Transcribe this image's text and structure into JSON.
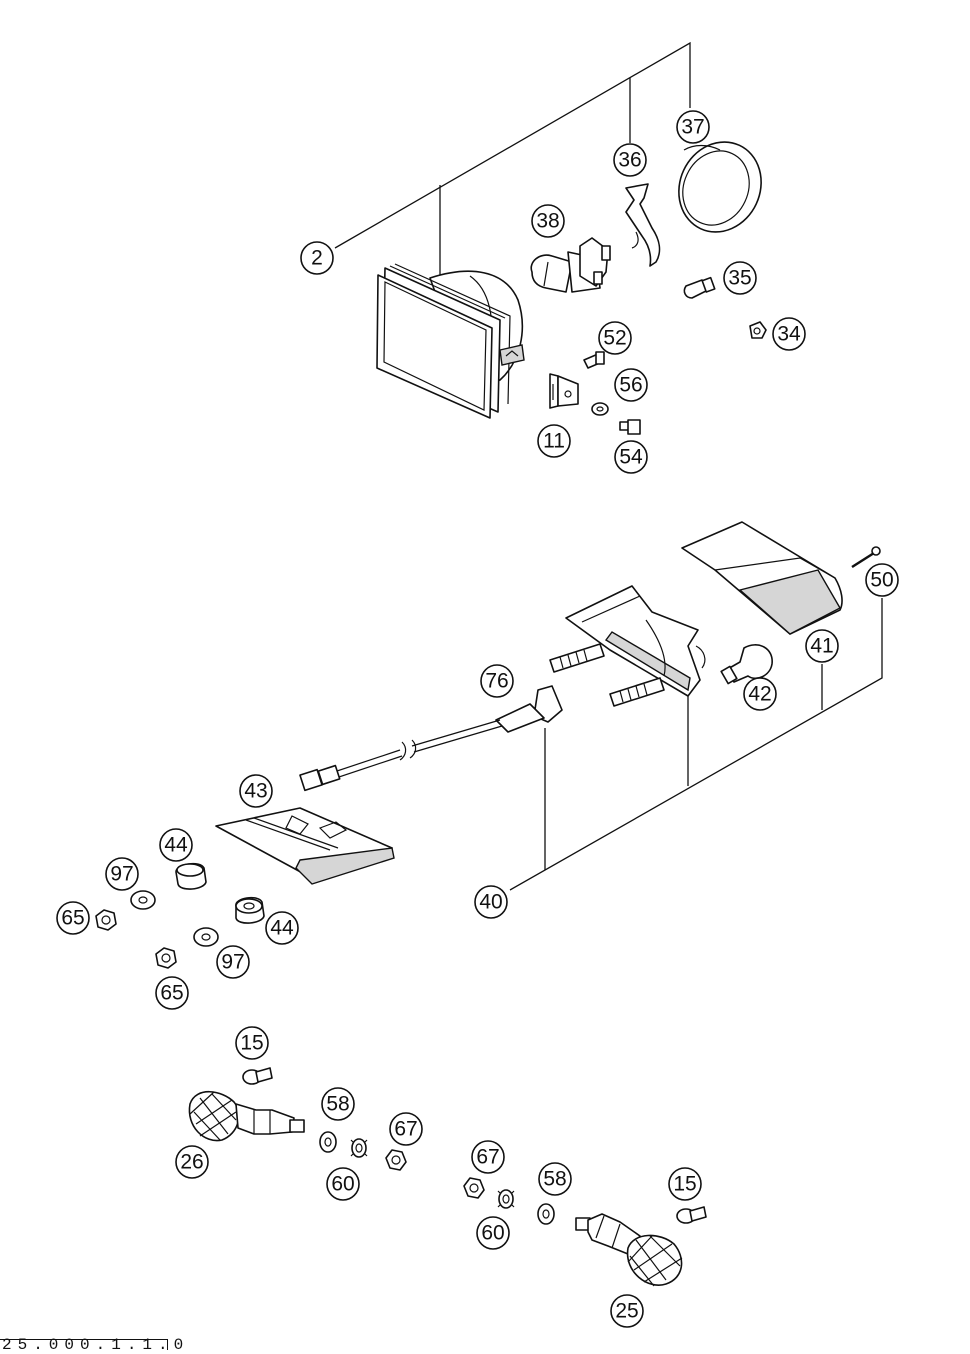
{
  "diagram": {
    "callouts": [
      "2",
      "37",
      "36",
      "38",
      "35",
      "34",
      "52",
      "56",
      "11",
      "54",
      "50",
      "41",
      "76",
      "42",
      "43",
      "40",
      "44",
      "97",
      "65",
      "44",
      "97",
      "65",
      "15",
      "58",
      "67",
      "26",
      "60",
      "67",
      "58",
      "15",
      "60",
      "25"
    ],
    "footer_code": "25.000.1.1.0"
  }
}
